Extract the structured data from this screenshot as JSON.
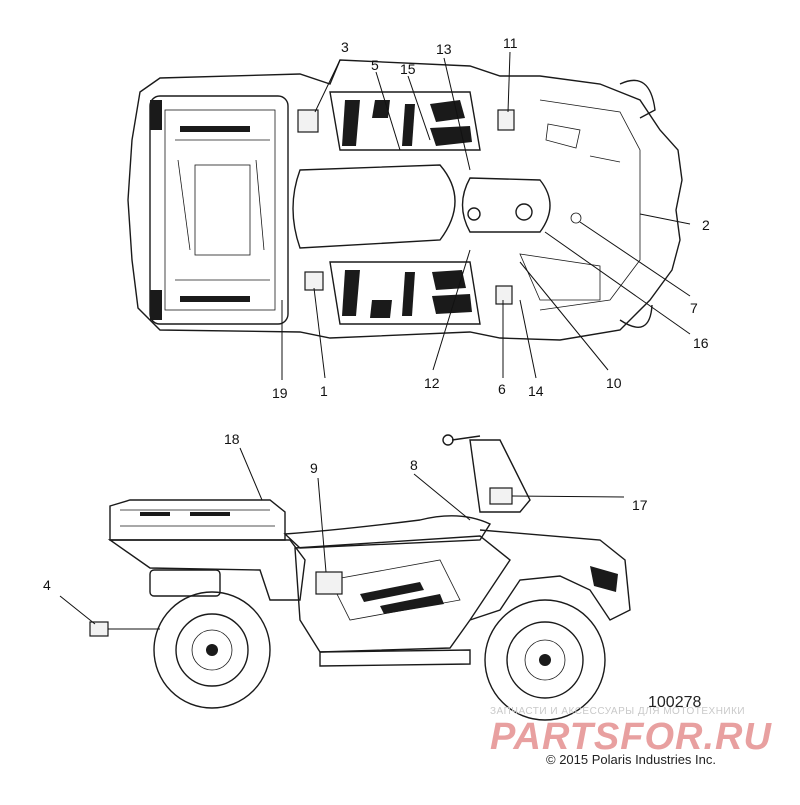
{
  "diagram": {
    "figure_number": "100278",
    "copyright": "© 2015 Polaris Industries Inc.",
    "watermark": {
      "tagline": "ЗАПЧАСТИ И АКСЕССУАРЫ ДЛЯ МОТОТЕХНИКИ",
      "logo": "PARTSFOR.RU"
    },
    "views": [
      "top-view",
      "side-view"
    ],
    "callouts": [
      "1",
      "2",
      "3",
      "4",
      "5",
      "6",
      "7",
      "8",
      "9",
      "10",
      "11",
      "12",
      "13",
      "14",
      "15",
      "16",
      "17",
      "18",
      "19"
    ]
  }
}
